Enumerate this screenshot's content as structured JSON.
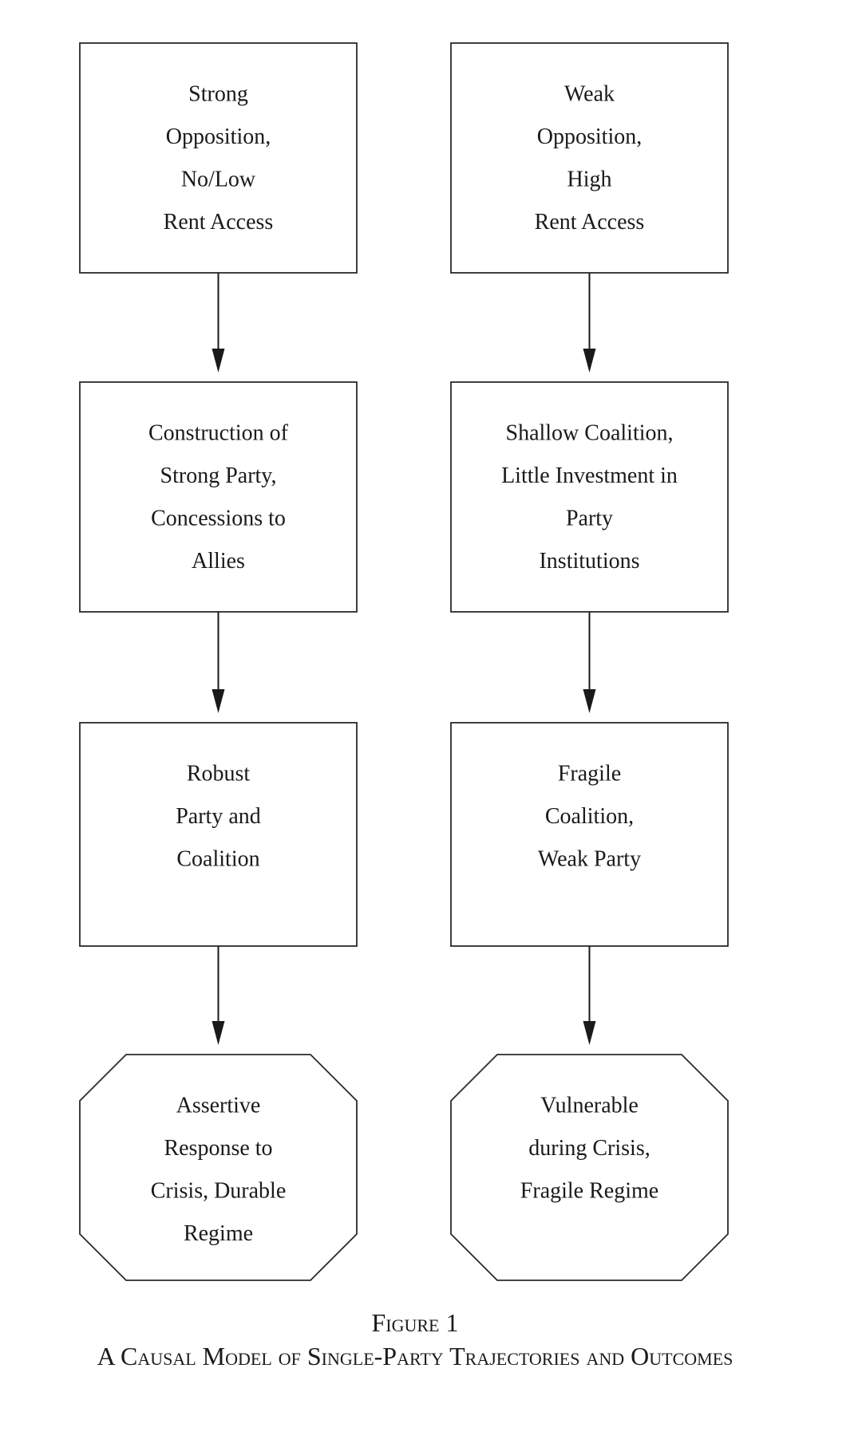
{
  "diagram": {
    "columns": {
      "left": [
        {
          "shape": "rectangle",
          "lines": [
            "Strong",
            "Opposition,",
            "No/Low",
            "Rent Access"
          ]
        },
        {
          "shape": "rectangle",
          "lines": [
            "Construction of",
            "Strong Party,",
            "Concessions to",
            "Allies"
          ]
        },
        {
          "shape": "rectangle",
          "lines": [
            "Robust",
            "Party and",
            "Coalition"
          ]
        },
        {
          "shape": "octagon",
          "lines": [
            "Assertive",
            "Response to",
            "Crisis, Durable",
            "Regime"
          ]
        }
      ],
      "right": [
        {
          "shape": "rectangle",
          "lines": [
            "Weak",
            "Opposition,",
            "High",
            "Rent Access"
          ]
        },
        {
          "shape": "rectangle",
          "lines": [
            "Shallow Coalition,",
            "Little Investment in",
            "Party",
            "Institutions"
          ]
        },
        {
          "shape": "rectangle",
          "lines": [
            "Fragile",
            "Coalition,",
            "Weak Party"
          ]
        },
        {
          "shape": "octagon",
          "lines": [
            "Vulnerable",
            "during Crisis,",
            "Fragile Regime"
          ]
        }
      ]
    },
    "edges": [
      {
        "from": "left.0",
        "to": "left.1"
      },
      {
        "from": "left.1",
        "to": "left.2"
      },
      {
        "from": "left.2",
        "to": "left.3"
      },
      {
        "from": "right.0",
        "to": "right.1"
      },
      {
        "from": "right.1",
        "to": "right.2"
      },
      {
        "from": "right.2",
        "to": "right.3"
      }
    ]
  },
  "caption": {
    "figure_number": "Figure 1",
    "title": "A Causal Model of Single-Party Trajectories and Outcomes"
  }
}
